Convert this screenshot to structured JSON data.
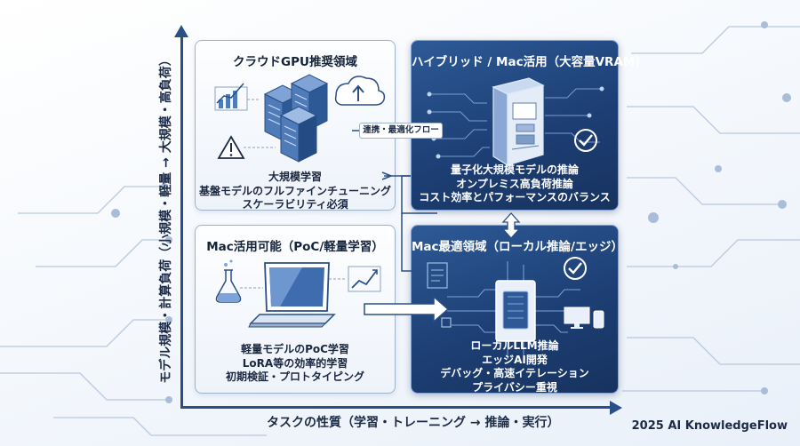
{
  "axes": {
    "y_label": "モデル規模・計算負荷（小規模・軽量 → 大規模・高負荷）",
    "x_label": "タスクの性質（学習・トレーニング → 推論・実行）"
  },
  "credit": "2025 AI KnowledgeFlow",
  "quadrants": {
    "cloud": {
      "title": "クラウドGPU推奨領域",
      "lines": [
        "大規模学習",
        "基盤モデルのフルファインチューニング",
        "スケーラビリティ必須"
      ]
    },
    "hybrid": {
      "title": "ハイブリッド / Mac活用（大容量VRAM）",
      "lines": [
        "量子化大規模モデルの推論",
        "オンプレミス高負荷推論",
        "コスト効率とパフォーマンスのバランス"
      ]
    },
    "poc": {
      "title": "Mac活用可能（PoC/軽量学習）",
      "lines": [
        "軽量モデルのPoC学習",
        "LoRA等の効率的学習",
        "初期検証・プロトタイピング"
      ]
    },
    "local": {
      "title": "Mac最適領域（ローカル推論/エッジ）",
      "lines": [
        "ローカルLLM推論",
        "エッジAI開発",
        "デバッグ・高速イテレーション",
        "プライバシー重視"
      ]
    }
  },
  "flow_label": "連携・最適化フロー",
  "icons": [
    "server-rack-icon",
    "bar-chart-icon",
    "cloud-upload-icon",
    "warning-icon",
    "workstation-icon",
    "circuit-icon",
    "check-badge-icon",
    "laptop-icon",
    "flask-icon",
    "line-chart-icon",
    "cpu-chip-icon",
    "monitor-icon",
    "phone-icon",
    "document-icon"
  ],
  "colors": {
    "axis": "#2a4f86",
    "dark_panel": "#1d3f75",
    "light_panel": "#eef3fa",
    "accent": "#5b86c4"
  }
}
